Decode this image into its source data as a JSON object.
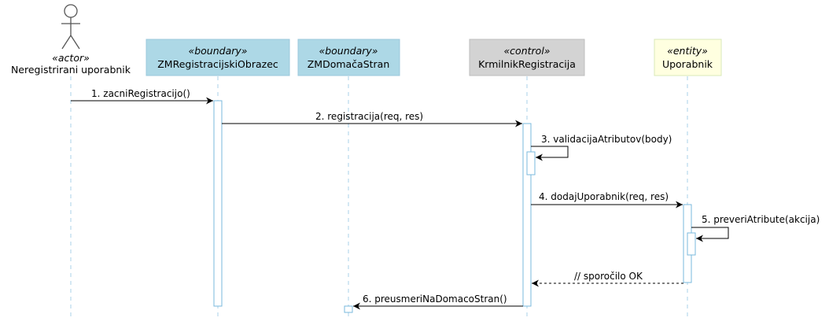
{
  "participants": {
    "actor": {
      "stereotype": "«actor»",
      "name": "Neregistrirani uporabnik"
    },
    "form": {
      "stereotype": "«boundary»",
      "name": "ZMRegistracijskiObrazec",
      "color": "#add8e6"
    },
    "home": {
      "stereotype": "«boundary»",
      "name": "ZMDomačaStran",
      "color": "#add8e6"
    },
    "control": {
      "stereotype": "«control»",
      "name": "KrmilnikRegistracija",
      "color": "#d3d3d3"
    },
    "entity": {
      "stereotype": "«entity»",
      "name": "Uporabnik",
      "color": "#ffffe0"
    }
  },
  "messages": {
    "m1": "1. zacniRegistracijo()",
    "m2": "2. registracija(req, res)",
    "m3": "3. validacijaAtributov(body)",
    "m4": "4. dodajUporabnik(req, res)",
    "m5": "5. preveriAtribute(akcija)",
    "m6": "// sporočilo OK",
    "m7": "6. preusmeriNaDomacoStran()"
  }
}
